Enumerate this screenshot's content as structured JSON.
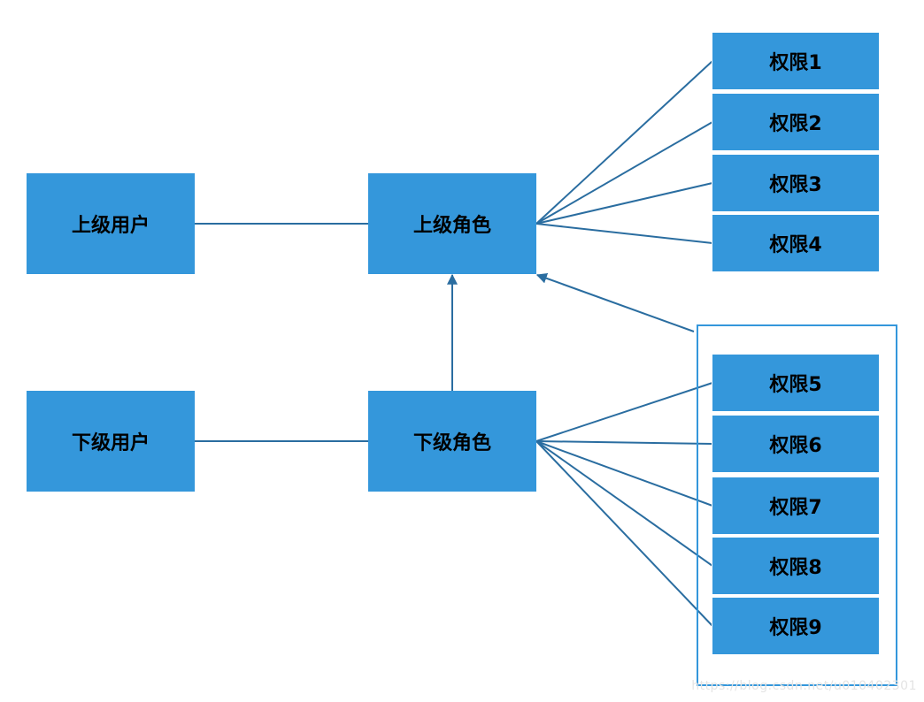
{
  "colors": {
    "node_fill": "#3497db",
    "edge": "#2a6da0",
    "frame": "#3497db"
  },
  "users": {
    "upper": "上级用户",
    "lower": "下级用户"
  },
  "roles": {
    "upper": "上级角色",
    "lower": "下级角色"
  },
  "permissions": {
    "upper": [
      "权限1",
      "权限2",
      "权限3",
      "权限4"
    ],
    "lower": [
      "权限5",
      "权限6",
      "权限7",
      "权限8",
      "权限9"
    ]
  },
  "watermark": "https://blog.csdn.net/u010402301"
}
